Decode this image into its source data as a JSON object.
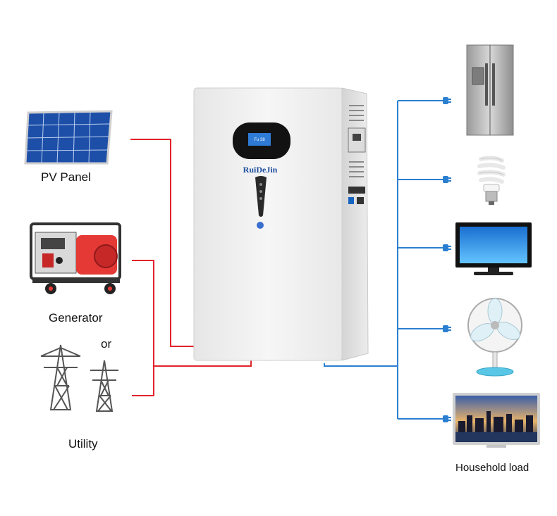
{
  "sources": {
    "pv_label": "PV Panel",
    "generator_label": "Generator",
    "or_label": "or",
    "utility_label": "Utility"
  },
  "device": {
    "brand": "RuiDeJin",
    "screen_text": "Fu 38"
  },
  "loads": {
    "label": "Household load"
  },
  "colors": {
    "input_line": "#e0242b",
    "output_line": "#2b7fd0",
    "device_body": "#f0f0f0"
  }
}
